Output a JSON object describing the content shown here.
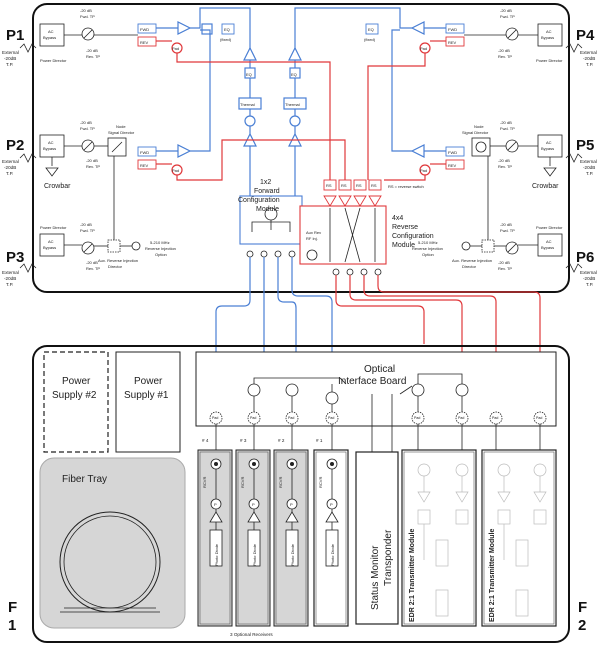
{
  "node": {
    "ports": [
      "P1",
      "P2",
      "P3",
      "P4",
      "P5",
      "P6"
    ],
    "ext_tp": [
      "External",
      "-20dB",
      "T.P."
    ],
    "ac_bypass": [
      "AC",
      "Bypass"
    ],
    "fwd_tp": [
      "-20 dB",
      "Fwd. TP"
    ],
    "rev_tp": [
      "-20 dB",
      "Rev. TP"
    ],
    "power_director": "Power Director",
    "node_signal_director": [
      "Node",
      "Signal Director"
    ],
    "fwd": "FWD",
    "rev": "REV",
    "pad": "Pad",
    "eq": "EQ",
    "eq_fixed": "(fixed)",
    "thermal": "Thermal",
    "crowbar": "Crowbar",
    "aux_rev_inj_director": [
      "Aux. Reverse Injection",
      "Director"
    ],
    "rev_inj_option": [
      "5-210 MHz",
      "Reverse Injection",
      "Option"
    ],
    "fwd_config": [
      "1x2",
      "Forward",
      "Configuration",
      "Module"
    ],
    "rev_config": [
      "4x4",
      "Reverse",
      "Configuration",
      "Module"
    ],
    "aux_rev_rf": [
      "Aux Rev",
      "RF Inj."
    ],
    "rs": "RS",
    "rs_note": "RS = reverse switch"
  },
  "lower": {
    "power_supply_2": [
      "Power",
      "Supply #2"
    ],
    "power_supply_1": [
      "Power",
      "Supply #1"
    ],
    "fiber_tray": "Fiber Tray",
    "optical_board": [
      "Optical",
      "Interface Board"
    ],
    "receivers": [
      "# 4",
      "# 3",
      "# 2",
      "# 1"
    ],
    "rcvr": "RCVR",
    "photo_diode": "Photo Diode",
    "p": "P",
    "optional_receivers": "3 Optional Receivers",
    "status_monitor": [
      "Status Monitor",
      "Transponder"
    ],
    "transmitter": "EDR 2:1 Transmitter Module",
    "f1": [
      "F",
      "1"
    ],
    "f2": [
      "F",
      "2"
    ]
  }
}
